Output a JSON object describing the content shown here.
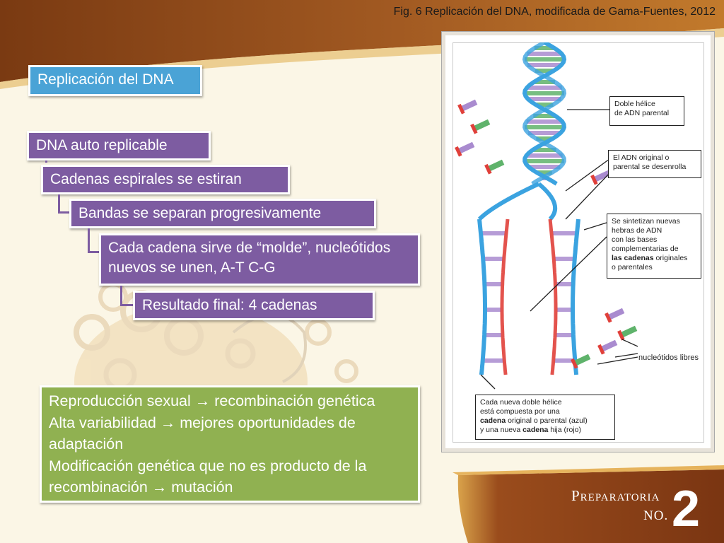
{
  "caption": "Fig. 6 Replicación del DNA, modificada de Gama-Fuentes, 2012",
  "title_box": "Replicación del DNA",
  "hierarchy": [
    "DNA auto replicable",
    "Cadenas espirales se estiran",
    "Bandas se separan progresivamente",
    "Cada cadena sirve de “molde”, nucleótidos nuevos se unen, A-T  C-G",
    "Resultado final: 4 cadenas"
  ],
  "summary_lines": [
    "Reproducción sexual → recombinación genética",
    "Alta variabilidad → mejores oportunidades de adaptación",
    "Modificación genética que no es producto de la recombinación → mutación"
  ],
  "figure": {
    "annotations": {
      "parental": [
        "Doble hélice",
        "de ADN parental"
      ],
      "unwinds": [
        "El ADN original o",
        "parental se desenrolla"
      ],
      "synth_html": "Se sintetizan nuevas<br>hebras de ADN<br>con las bases<br>complementarias de<br><b>las cadenas</b> originales<br>o parentales",
      "free_nucleotides": "nucleótidos libres",
      "final_html": "Cada nueva doble hélice<br>está compuesta por una<br><b>cadena</b> original o parental (azul)<br>y una nueva <b>cadena</b> hija (rojo)"
    }
  },
  "brand": {
    "prep": "Preparatoria",
    "no": "NO.",
    "number": "2"
  },
  "colors": {
    "header_brown": "#8a4a1c",
    "box_blue": "#4aa3d6",
    "box_purple": "#7d5ca1",
    "box_green": "#90b151",
    "strand_blue": "#3ba3e0",
    "strand_red": "#e0403a",
    "base_green": "#5fb36b",
    "base_purple": "#a98bcf"
  }
}
